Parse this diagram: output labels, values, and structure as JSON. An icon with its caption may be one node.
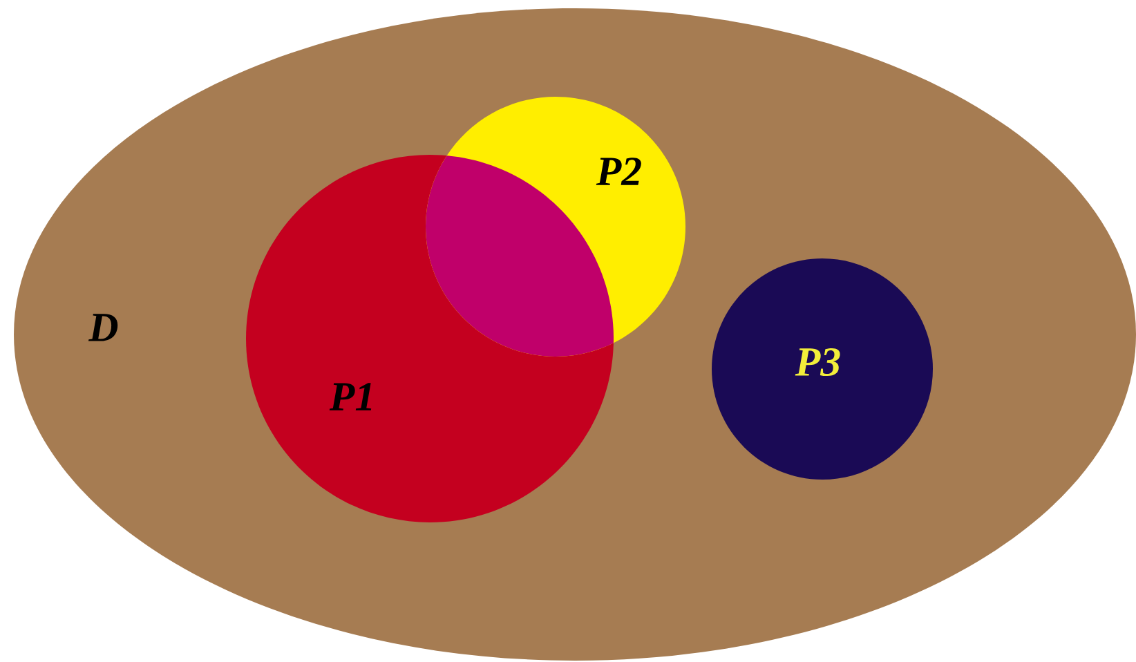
{
  "diagram": {
    "nodes": [
      {
        "text": [
          "D"
        ]
      },
      {
        "text": [
          "P1"
        ],
        "in": 0
      },
      {
        "text": [
          "P2"
        ],
        "in": 0
      },
      {
        "text": [
          "P3"
        ],
        "in": 0
      }
    ],
    "edges": []
  }
}
